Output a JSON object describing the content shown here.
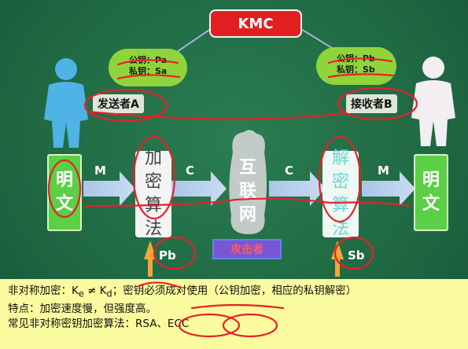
{
  "kmc": "KMC",
  "sender": {
    "cloud_pub": "公钥：Pa",
    "cloud_priv": "私钥：Sa",
    "label": "发送者A"
  },
  "receiver": {
    "cloud_pub": "公钥：Pb",
    "cloud_priv": "私钥：Sb",
    "label": "接收者B"
  },
  "flow": {
    "plain_left": [
      "明",
      "文"
    ],
    "encrypt": [
      "加",
      "密",
      "算",
      "法"
    ],
    "internet": [
      "互",
      "联",
      "网"
    ],
    "decrypt": [
      "解",
      "密",
      "算",
      "法"
    ],
    "plain_right": [
      "明",
      "文"
    ],
    "m_left": "M",
    "c_left": "C",
    "c_right": "C",
    "m_right": "M",
    "attacker": "攻击者",
    "enc_key": "Pb",
    "dec_key": "Sb"
  },
  "notes": {
    "line1_prefix": "非对称加密：",
    "line1_ke": "K",
    "line1_ke_sub": "e",
    "line1_ne": " ≠ ",
    "line1_kd": "K",
    "line1_kd_sub": "d",
    "line1_rest": "；密钥必须成对使用（公钥加密，相应的私钥解密）",
    "line2": "特点：加密速度慢，但强度高。",
    "line3": "常见非对称密钥加密算法：RSA、ECC"
  },
  "colors": {
    "board": "#1f6b44",
    "kmc": "#e02020",
    "cloud": "#8fd43a",
    "ink": "#e8202a",
    "note": "#fafa9e"
  }
}
